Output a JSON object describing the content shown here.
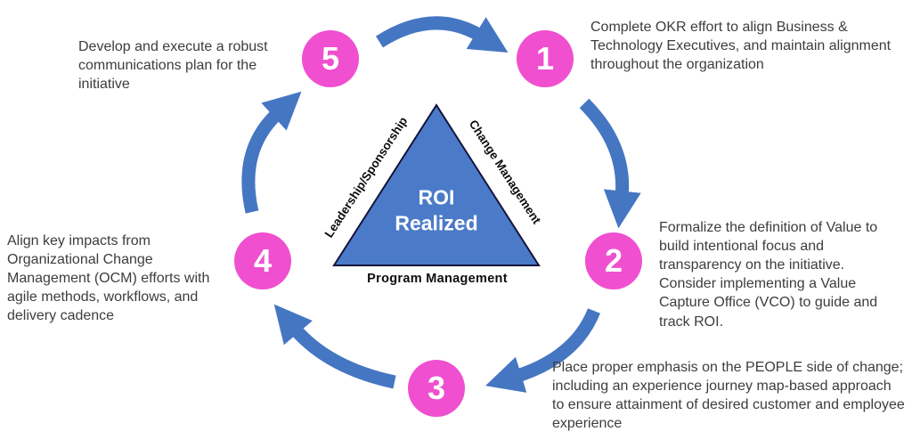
{
  "diagram": {
    "title": "ROI Realized cycle",
    "center": {
      "line1": "ROI",
      "line2": "Realized"
    },
    "triangle_labels": {
      "left": "Leadership/Sponsorship",
      "right": "Change Management",
      "bottom": "Program Management"
    },
    "steps": [
      {
        "number": "1",
        "text": "Complete OKR effort to align Business & Technology Executives, and maintain alignment throughout the organization"
      },
      {
        "number": "2",
        "text": "Formalize the definition of Value to build intentional focus and transparency on the initiative. Consider implementing a Value Capture Office (VCO) to guide and track ROI."
      },
      {
        "number": "3",
        "text": "Place proper emphasis on the PEOPLE side of change; including an experience journey map-based approach to ensure attainment of desired customer and employee experience"
      },
      {
        "number": "4",
        "text": "Align key impacts from Organizational Change Management (OCM) efforts with agile methods, workflows, and delivery cadence"
      },
      {
        "number": "5",
        "text": "Develop and execute a robust communications plan for the initiative"
      }
    ],
    "colors": {
      "circle": "#f04fd0",
      "arrow": "#4576c2",
      "triangle": "#4b7bc8"
    }
  }
}
